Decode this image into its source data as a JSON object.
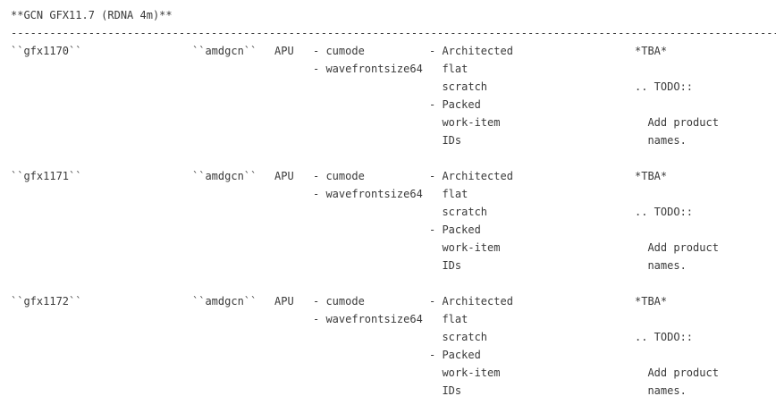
{
  "heading": "**GCN GFX11.7 (RDNA 4m)**",
  "rule": "---------------------------------------------------------------------------------------------------------------------------------------",
  "rows": [
    {
      "processor": "``gfx1170``",
      "arch": "``amdgcn``",
      "type": "APU",
      "features": [
        "- cumode",
        "- wavefrontsize64"
      ],
      "notes": [
        "- Architected",
        "  flat",
        "  scratch",
        "- Packed",
        "  work-item",
        "  IDs"
      ],
      "products": [
        "*TBA*",
        "",
        ".. TODO::",
        "",
        "  Add product",
        "  names."
      ]
    },
    {
      "processor": "``gfx1171``",
      "arch": "``amdgcn``",
      "type": "APU",
      "features": [
        "- cumode",
        "- wavefrontsize64"
      ],
      "notes": [
        "- Architected",
        "  flat",
        "  scratch",
        "- Packed",
        "  work-item",
        "  IDs"
      ],
      "products": [
        "*TBA*",
        "",
        ".. TODO::",
        "",
        "  Add product",
        "  names."
      ]
    },
    {
      "processor": "``gfx1172``",
      "arch": "``amdgcn``",
      "type": "APU",
      "features": [
        "- cumode",
        "- wavefrontsize64"
      ],
      "notes": [
        "- Architected",
        "  flat",
        "  scratch",
        "- Packed",
        "  work-item",
        "  IDs"
      ],
      "products": [
        "*TBA*",
        "",
        ".. TODO::",
        "",
        "  Add product",
        "  names."
      ]
    }
  ]
}
